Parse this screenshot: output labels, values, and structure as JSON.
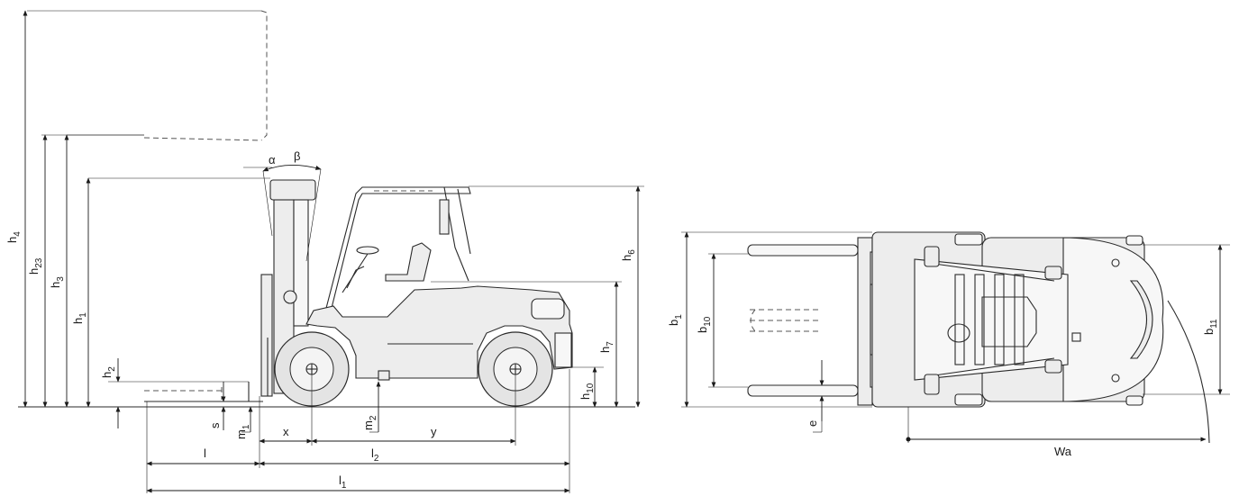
{
  "labels": {
    "h4": {
      "main": "h",
      "sub": "4"
    },
    "h23": {
      "main": "h",
      "sub": "23"
    },
    "h3": {
      "main": "h",
      "sub": "3"
    },
    "h1": {
      "main": "h",
      "sub": "1"
    },
    "h2": {
      "main": "h",
      "sub": "2"
    },
    "h6": {
      "main": "h",
      "sub": "6"
    },
    "h7": {
      "main": "h",
      "sub": "7"
    },
    "h10": {
      "main": "h",
      "sub": "10"
    },
    "alpha": {
      "main": "α"
    },
    "beta": {
      "main": "β"
    },
    "s": {
      "main": "s"
    },
    "m1": {
      "main": "m",
      "sub": "1"
    },
    "m2": {
      "main": "m",
      "sub": "2"
    },
    "x": {
      "main": "x"
    },
    "y": {
      "main": "y"
    },
    "l": {
      "main": "l"
    },
    "l1": {
      "main": "l",
      "sub": "1"
    },
    "l2": {
      "main": "l",
      "sub": "2"
    },
    "b1": {
      "main": "b",
      "sub": "1"
    },
    "b10": {
      "main": "b",
      "sub": "10"
    },
    "b11": {
      "main": "b",
      "sub": "11"
    },
    "e": {
      "main": "e"
    },
    "wa": {
      "main": "Wa"
    }
  }
}
